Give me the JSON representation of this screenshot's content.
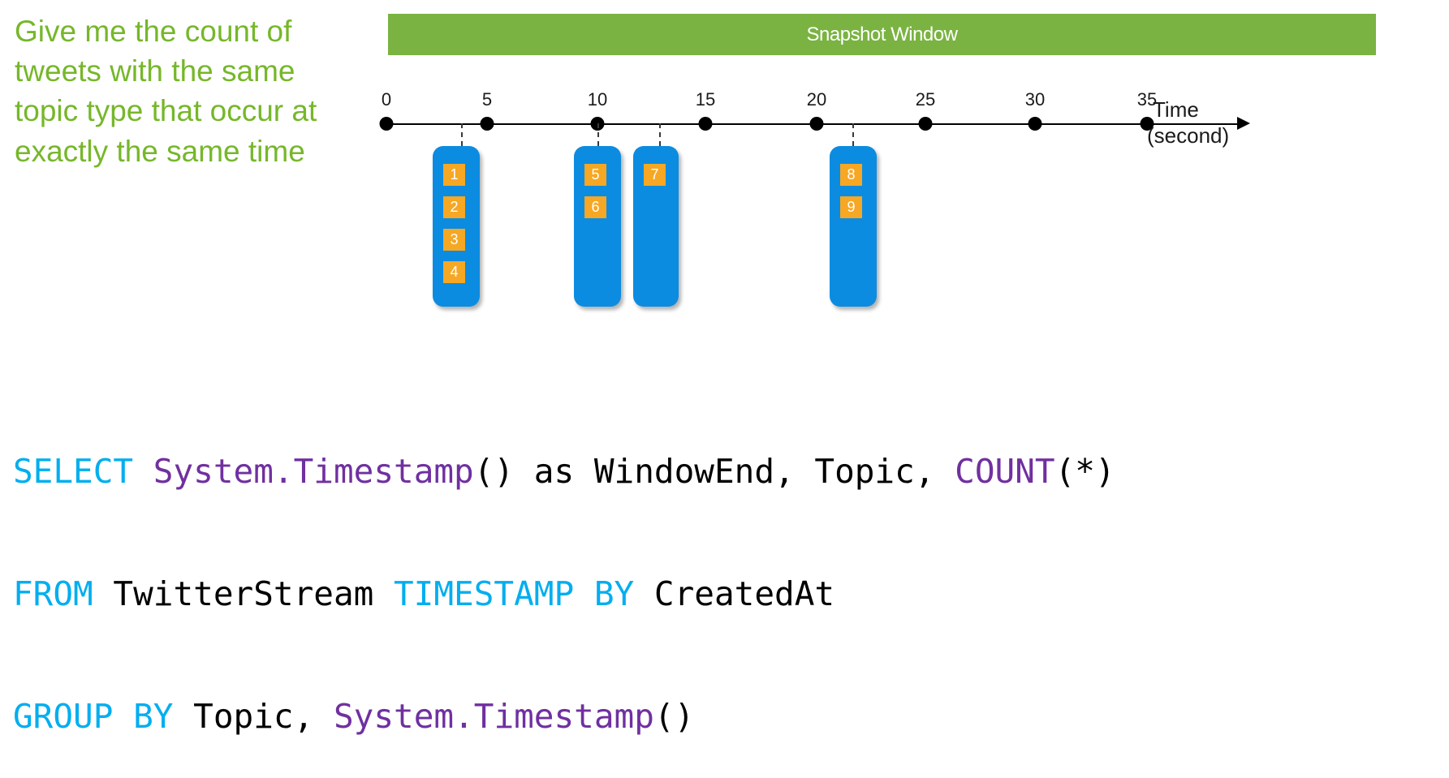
{
  "prompt": {
    "text": "Give me the count of tweets with the same topic type that occur at exactly the same time",
    "color": "#76b72a"
  },
  "snapshot_window": {
    "label": "Snapshot Window",
    "bar_color": "#7ab341",
    "text_color": "#ffffff"
  },
  "timeline": {
    "axis_name": "Time",
    "axis_unit": "(second)",
    "tick_labels": [
      "0",
      "5",
      "10",
      "15",
      "20",
      "25",
      "30",
      "35"
    ],
    "tick_values": [
      0,
      5,
      10,
      15,
      20,
      25,
      30,
      35
    ],
    "axis_color": "#000000",
    "dot_color": "#000000"
  },
  "events": {
    "group_color": "#0c8ce0",
    "tile_color": "#f6a723",
    "tile_text_color": "#ffffff",
    "groups": [
      {
        "name": "group-1",
        "approx_time": 4,
        "tiles": [
          "1",
          "2",
          "3",
          "4"
        ]
      },
      {
        "name": "group-2",
        "approx_time": 10,
        "tiles": [
          "5",
          "6"
        ]
      },
      {
        "name": "group-3",
        "approx_time": 13,
        "tiles": [
          "7"
        ]
      },
      {
        "name": "group-4",
        "approx_time": 22,
        "tiles": [
          "8",
          "9"
        ]
      }
    ]
  },
  "sql": {
    "line1": {
      "select": "SELECT ",
      "fn1": "System.Timestamp",
      "mid": "() as WindowEnd, Topic, ",
      "fn2": "COUNT",
      "end": "(*)"
    },
    "line2": {
      "from": "FROM ",
      "table": "TwitterStream ",
      "ts": "TIMESTAMP BY ",
      "col": "CreatedAt"
    },
    "line3": {
      "group": "GROUP BY ",
      "col": "Topic, ",
      "fn": "System.Timestamp",
      "end": "()"
    }
  },
  "chart_data": {
    "type": "timeline",
    "title": "Snapshot Window",
    "xlabel": "Time (second)",
    "xlim": [
      0,
      35
    ],
    "xticks": [
      0,
      5,
      10,
      15,
      20,
      25,
      30,
      35
    ],
    "grid": false,
    "legend": "none",
    "annotations": [
      "Snapshot Window spans the whole visible timeline"
    ],
    "series": [
      {
        "name": "events",
        "points": [
          {
            "time": 4,
            "ids": [
              1,
              2,
              3,
              4
            ]
          },
          {
            "time": 10,
            "ids": [
              5,
              6
            ]
          },
          {
            "time": 13,
            "ids": [
              7
            ]
          },
          {
            "time": 22,
            "ids": [
              8,
              9
            ]
          }
        ]
      }
    ]
  }
}
